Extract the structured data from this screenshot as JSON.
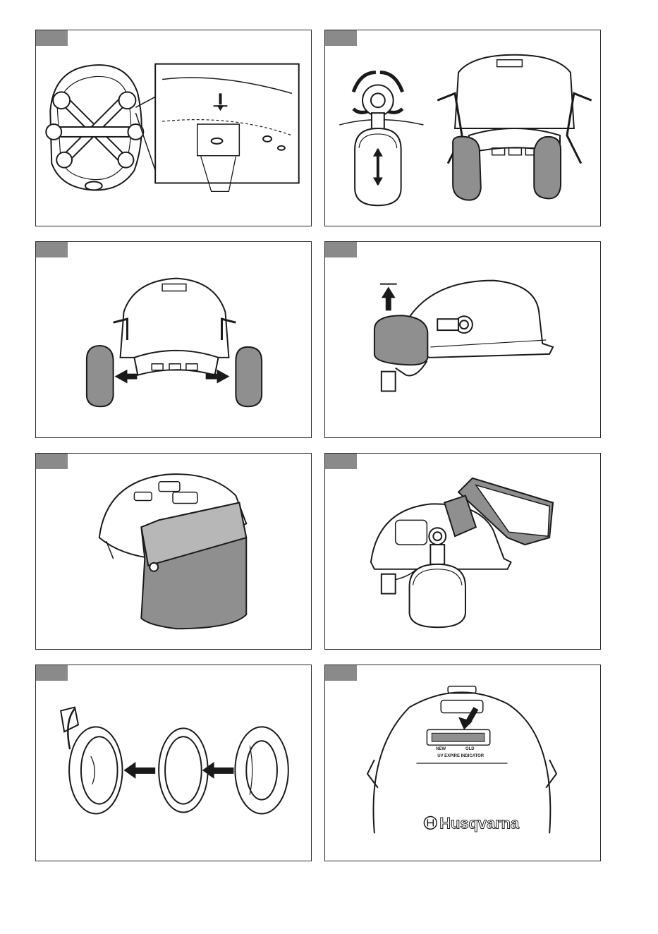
{
  "panels": [
    {
      "id": "p1",
      "icon": "helmet-underside-suspension-icon"
    },
    {
      "id": "p2",
      "icon": "earmuff-adjust-icon"
    },
    {
      "id": "p3",
      "icon": "earmuff-outward-icon"
    },
    {
      "id": "p4",
      "icon": "earmuff-raise-icon"
    },
    {
      "id": "p5",
      "icon": "helmet-visor-down-icon"
    },
    {
      "id": "p6",
      "icon": "helmet-visor-up-icon"
    },
    {
      "id": "p7",
      "icon": "ear-cushion-replace-icon"
    },
    {
      "id": "p8",
      "icon": "uv-indicator-icon"
    }
  ],
  "uv_indicator": {
    "new_label": "NEW",
    "old_label": "OLD",
    "caption": "UV EXPIRE INDICATOR"
  },
  "brand": {
    "name": "Husqvarna"
  },
  "colors": {
    "tab": "#8a8a8a",
    "line": "#1a1a1a",
    "fill_dark": "#8f8f8f"
  }
}
